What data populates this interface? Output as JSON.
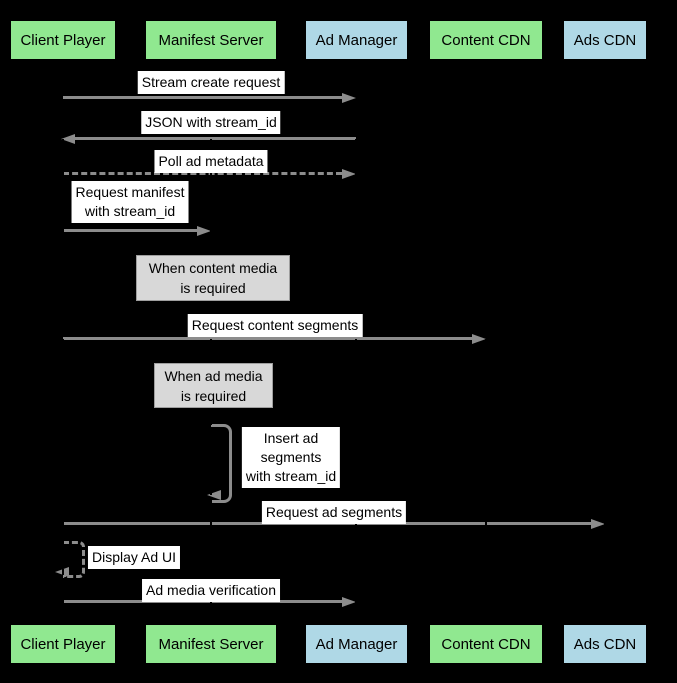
{
  "colors": {
    "background": "#000000",
    "arrow": "#8c8c8c",
    "lifeline": "#000000",
    "label_bg": "#ffffff",
    "label_text": "#000000",
    "note_bg": "#d8d8d8",
    "note_border": "#9e9e9e",
    "participant_green": "#90e890",
    "participant_blue": "#afd8e6"
  },
  "participants": [
    {
      "name": "Client Player",
      "color": "#90e890"
    },
    {
      "name": "Manifest Server",
      "color": "#90e890"
    },
    {
      "name": "Ad Manager",
      "color": "#afd8e6"
    },
    {
      "name": "Content CDN",
      "color": "#90e890"
    },
    {
      "name": "Ads CDN",
      "color": "#afd8e6"
    }
  ],
  "messages": [
    {
      "label": "Stream create request",
      "from": "Client Player",
      "to": "Ad Manager",
      "style": "solid"
    },
    {
      "label": "JSON with stream_id",
      "from": "Ad Manager",
      "to": "Client Player",
      "style": "solid"
    },
    {
      "label": "Poll ad metadata",
      "from": "Client Player",
      "to": "Ad Manager",
      "style": "dashed"
    },
    {
      "label": "Request manifest\nwith stream_id",
      "from": "Client Player",
      "to": "Manifest Server",
      "style": "solid"
    },
    {
      "label": "Request content segments",
      "from": "Client Player",
      "to": "Content CDN",
      "style": "solid"
    },
    {
      "label": "Insert ad\nsegments\nwith stream_id",
      "from": "Manifest Server",
      "to": "Manifest Server",
      "style": "self-solid"
    },
    {
      "label": "Request ad segments",
      "from": "Client Player",
      "to": "Ads CDN",
      "style": "solid"
    },
    {
      "label": "Display Ad UI",
      "from": "Client Player",
      "to": "Client Player",
      "style": "self-dashed"
    },
    {
      "label": "Ad media verification",
      "from": "Client Player",
      "to": "Ad Manager",
      "style": "solid"
    }
  ],
  "notes": [
    {
      "text": "When content media\nis required"
    },
    {
      "text": "When ad media\nis required"
    }
  ]
}
